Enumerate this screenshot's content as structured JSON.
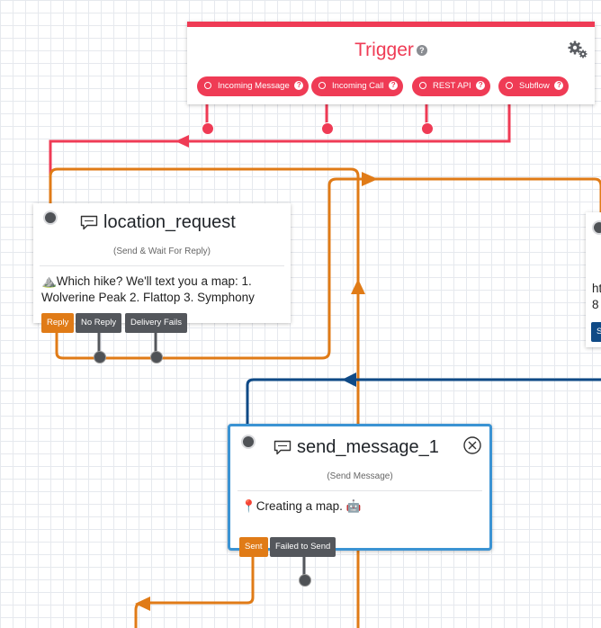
{
  "trigger": {
    "title": "Trigger",
    "buttons": [
      {
        "label": "Incoming Message"
      },
      {
        "label": "Incoming Call"
      },
      {
        "label": "REST API"
      },
      {
        "label": "Subflow"
      }
    ],
    "settings_icon": "gears-icon",
    "color": "#ef3b55"
  },
  "location_request": {
    "title": "location_request",
    "subtitle": "(Send & Wait For Reply)",
    "body_line1": "⛰️Which hike? We'll text you a map: 1.",
    "body_line2": "Wolverine Peak 2. Flattop 3. Symphony",
    "outputs": [
      "Reply",
      "No Reply",
      "Delivery Fails"
    ],
    "icon": "chat-bubble-icon"
  },
  "send_message_1": {
    "title": "send_message_1",
    "subtitle": "(Send Message)",
    "body": "📍Creating a map. 🤖",
    "outputs": [
      "Sent",
      "Failed to Send"
    ],
    "icon": "chat-bubble-icon",
    "close_icon": "close-circle-icon",
    "selected_border_color": "#3b93d3"
  },
  "offscreen_widget": {
    "body_line1": "ht",
    "body_line2": "8",
    "output_label": "S"
  },
  "colors": {
    "orange": "#e07b17",
    "red": "#ef3b55",
    "navy": "#0f4a86",
    "dark_button": "#54575c"
  }
}
